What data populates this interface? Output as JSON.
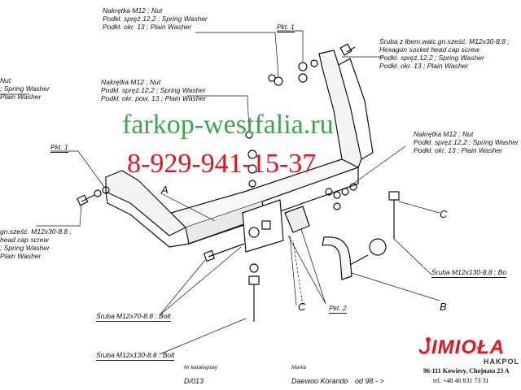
{
  "watermark": {
    "site": "farkop-westfalia.ru",
    "phone": "8-929-941-15-37",
    "site_color": "#3aa84a",
    "phone_color": "#e4151f"
  },
  "callouts": {
    "top_nut": [
      "Nakrętka  M12 ; Nut",
      "Podkł. spręż.12,2 ; Spring Washer",
      "Podkł. okr. 13 ; Plain Washer"
    ],
    "mid_nut": [
      "Nakrętka  M12 ; Nut",
      "Podkł. spręż.12,2 ; Spring Washer",
      "Podkł. okr. pow. 13 ; Plain Washer"
    ],
    "right_screw": [
      "Śruba z łbem.walc.gn.sześć. M12x30-8.8 ;",
      "Hexagon socket head cap screw",
      "Podkł. spręż.12,2 ; Spring Washer",
      "Podkł. okr. 13 ; Plain Washer"
    ],
    "left_top_partial": [
      "Nut",
      "; Spring Washer",
      "Plain Washer"
    ],
    "right_nut": [
      "Nakrętka  M12 ; Nut",
      "Podkł. spręż.12,2 ; Spring Washer",
      "Podkł. okr. 13 ; Plain Washer"
    ],
    "left_screw_partial": [
      "gn.sześć. M12x30-8.8 ;",
      "head cap screw",
      "; Spring Washer",
      "Plain Washer"
    ],
    "pkt1_top": "Pkt. 1",
    "pkt1_left": "Pkt. 1",
    "pkt2": "Pkt. 2",
    "bolt_70": "Śruba M12x70-8.8 ;  Bolt",
    "bolt_130_left": "Śruba M12x130-8.8 ;  Bolt",
    "bolt_130_right": "Śruba M12x130-8.8 ;  Bo",
    "letter_a": "A",
    "letter_b": "B",
    "letter_c1": "C",
    "letter_c2": "C"
  },
  "footer": {
    "catalog_label": "Nr katalogowy",
    "catalog_value": "D/013",
    "make_label": "Marka",
    "make_value": "Daewoo Korando",
    "years": "od  98 - >"
  },
  "brand": {
    "name": "IMIOŁA",
    "sub": "HAKPOL",
    "address": "96-111 Kowiesy, Chojnata 23 A",
    "tel": "tel. +48 46 831 73 31",
    "color": "#e4151f"
  }
}
